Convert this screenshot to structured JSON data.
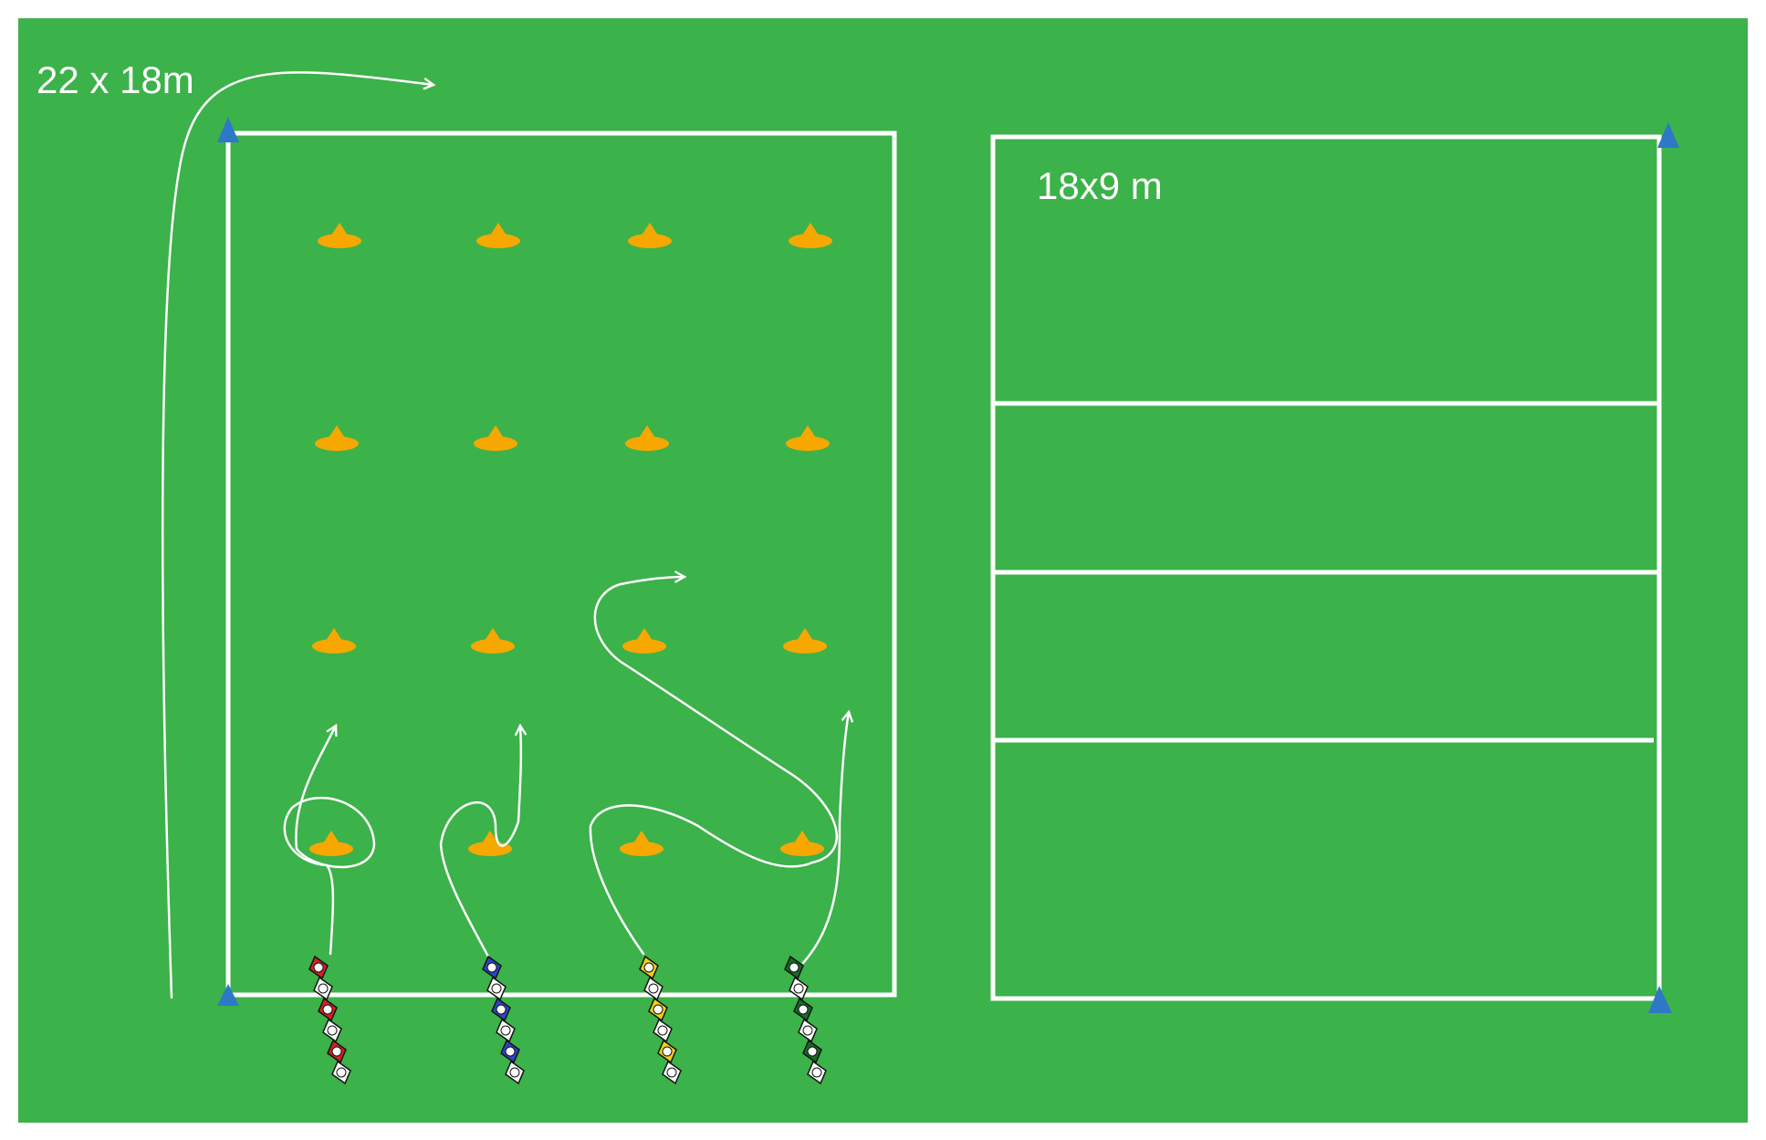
{
  "diagram": {
    "left_area": {
      "dimension_label": "22 x 18m"
    },
    "right_area": {
      "dimension_label": "18x9 m",
      "zones": 4
    },
    "cone_grid": {
      "rows": 4,
      "columns": 4
    },
    "player_lines": [
      {
        "team_color": "red"
      },
      {
        "team_color": "blue"
      },
      {
        "team_color": "yellow"
      },
      {
        "team_color": "dark-green"
      }
    ],
    "players_per_line": 6
  },
  "colors": {
    "grass": "#3cb24a",
    "line": "#ffffff",
    "cone": "#f6a800",
    "corner_marker": "#2e78c8",
    "player_fill": "#ffffff",
    "player_outline": "#111111"
  }
}
